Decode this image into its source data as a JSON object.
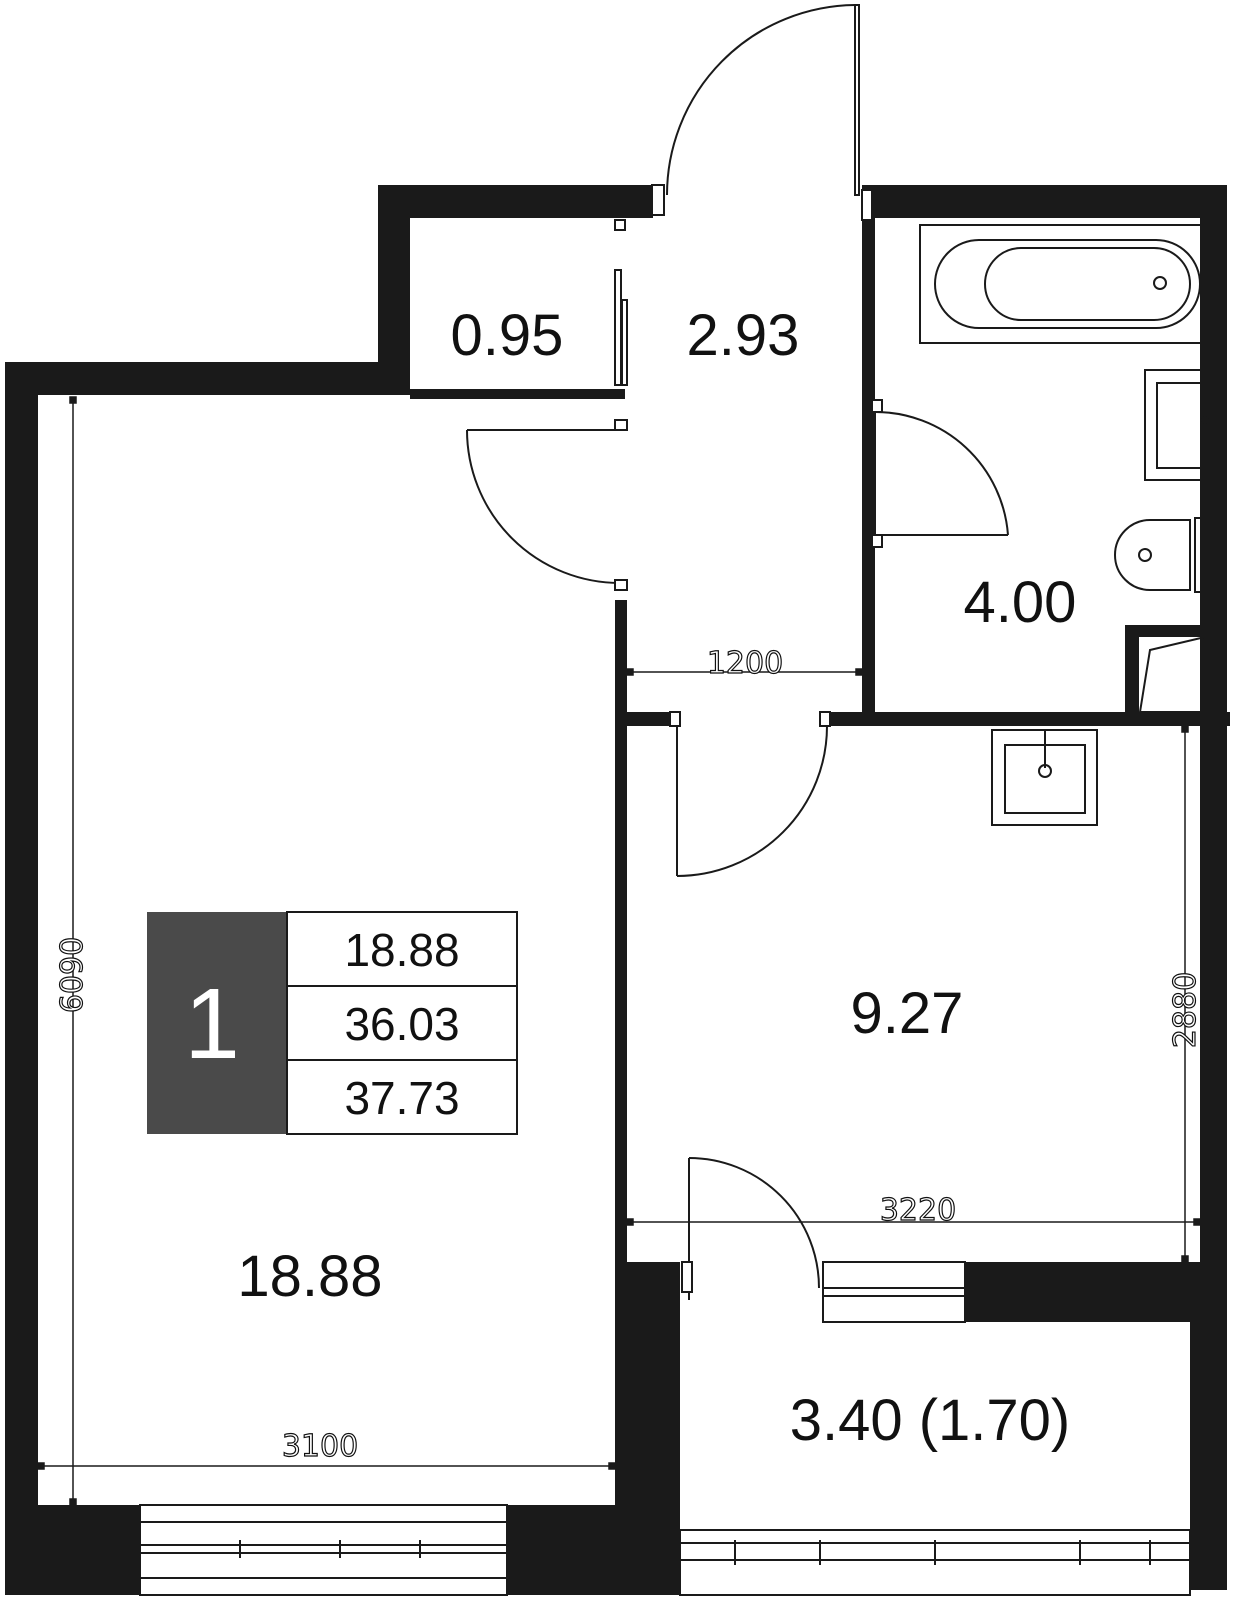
{
  "rooms": {
    "storage_area": "0.95",
    "hall_area": "2.93",
    "bathroom_area": "4.00",
    "kitchen_area": "9.27",
    "living_area": "18.88",
    "balcony_area": "3.40 (1.70)"
  },
  "dimensions": {
    "living_height": "6090",
    "living_width": "3100",
    "corridor_width": "1200",
    "kitchen_width": "3220",
    "kitchen_height": "2880"
  },
  "legend": {
    "rooms_count": "1",
    "living_area": "18.88",
    "total_area": "36.03",
    "total_area_with_balcony": "37.73",
    "badge_color": "#4a4a4a"
  },
  "colors": {
    "wall": "#1a1a1a",
    "line": "#1a1a1a",
    "background": "#ffffff"
  }
}
